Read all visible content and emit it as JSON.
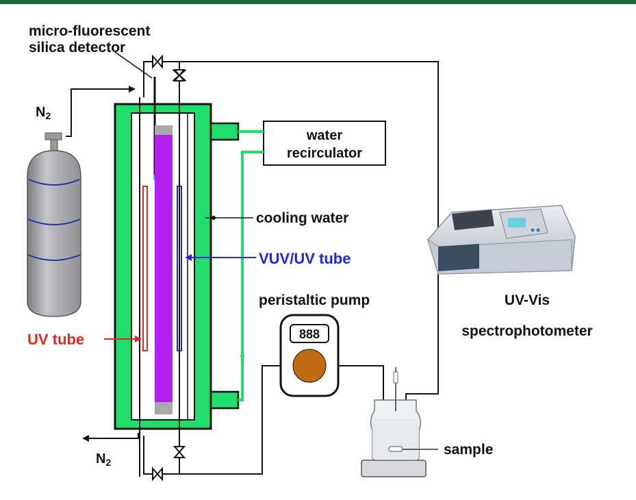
{
  "labels": {
    "detector_line1": "micro-fluorescent",
    "detector_line2": "silica detector",
    "n2_in": "N",
    "n2_in_sub": "2",
    "n2_out": "N",
    "n2_out_sub": "2",
    "water_recirc_line1": "water",
    "water_recirc_line2": "recirculator",
    "cooling_water": "cooling water",
    "vuv_uv_tube": "VUV/UV tube",
    "uv_tube": "UV tube",
    "peristaltic_pump": "peristaltic pump",
    "pump_display": "888",
    "uvvis_line1": "UV-Vis",
    "uvvis_line2": "spectrophotometer",
    "sample": "sample"
  },
  "colors": {
    "top_bar": "#1e6b3a",
    "jacket_green": "#1fdc6b",
    "vuv_purple": "#b020f0",
    "uv_red": "#e8241e",
    "vuv_blue": "#1f2ad6",
    "pump_rotor": "#c26a10",
    "cylinder_gray": "#a7a8ab",
    "cap_gray": "#a9a9a9",
    "label_black": "#111111"
  }
}
